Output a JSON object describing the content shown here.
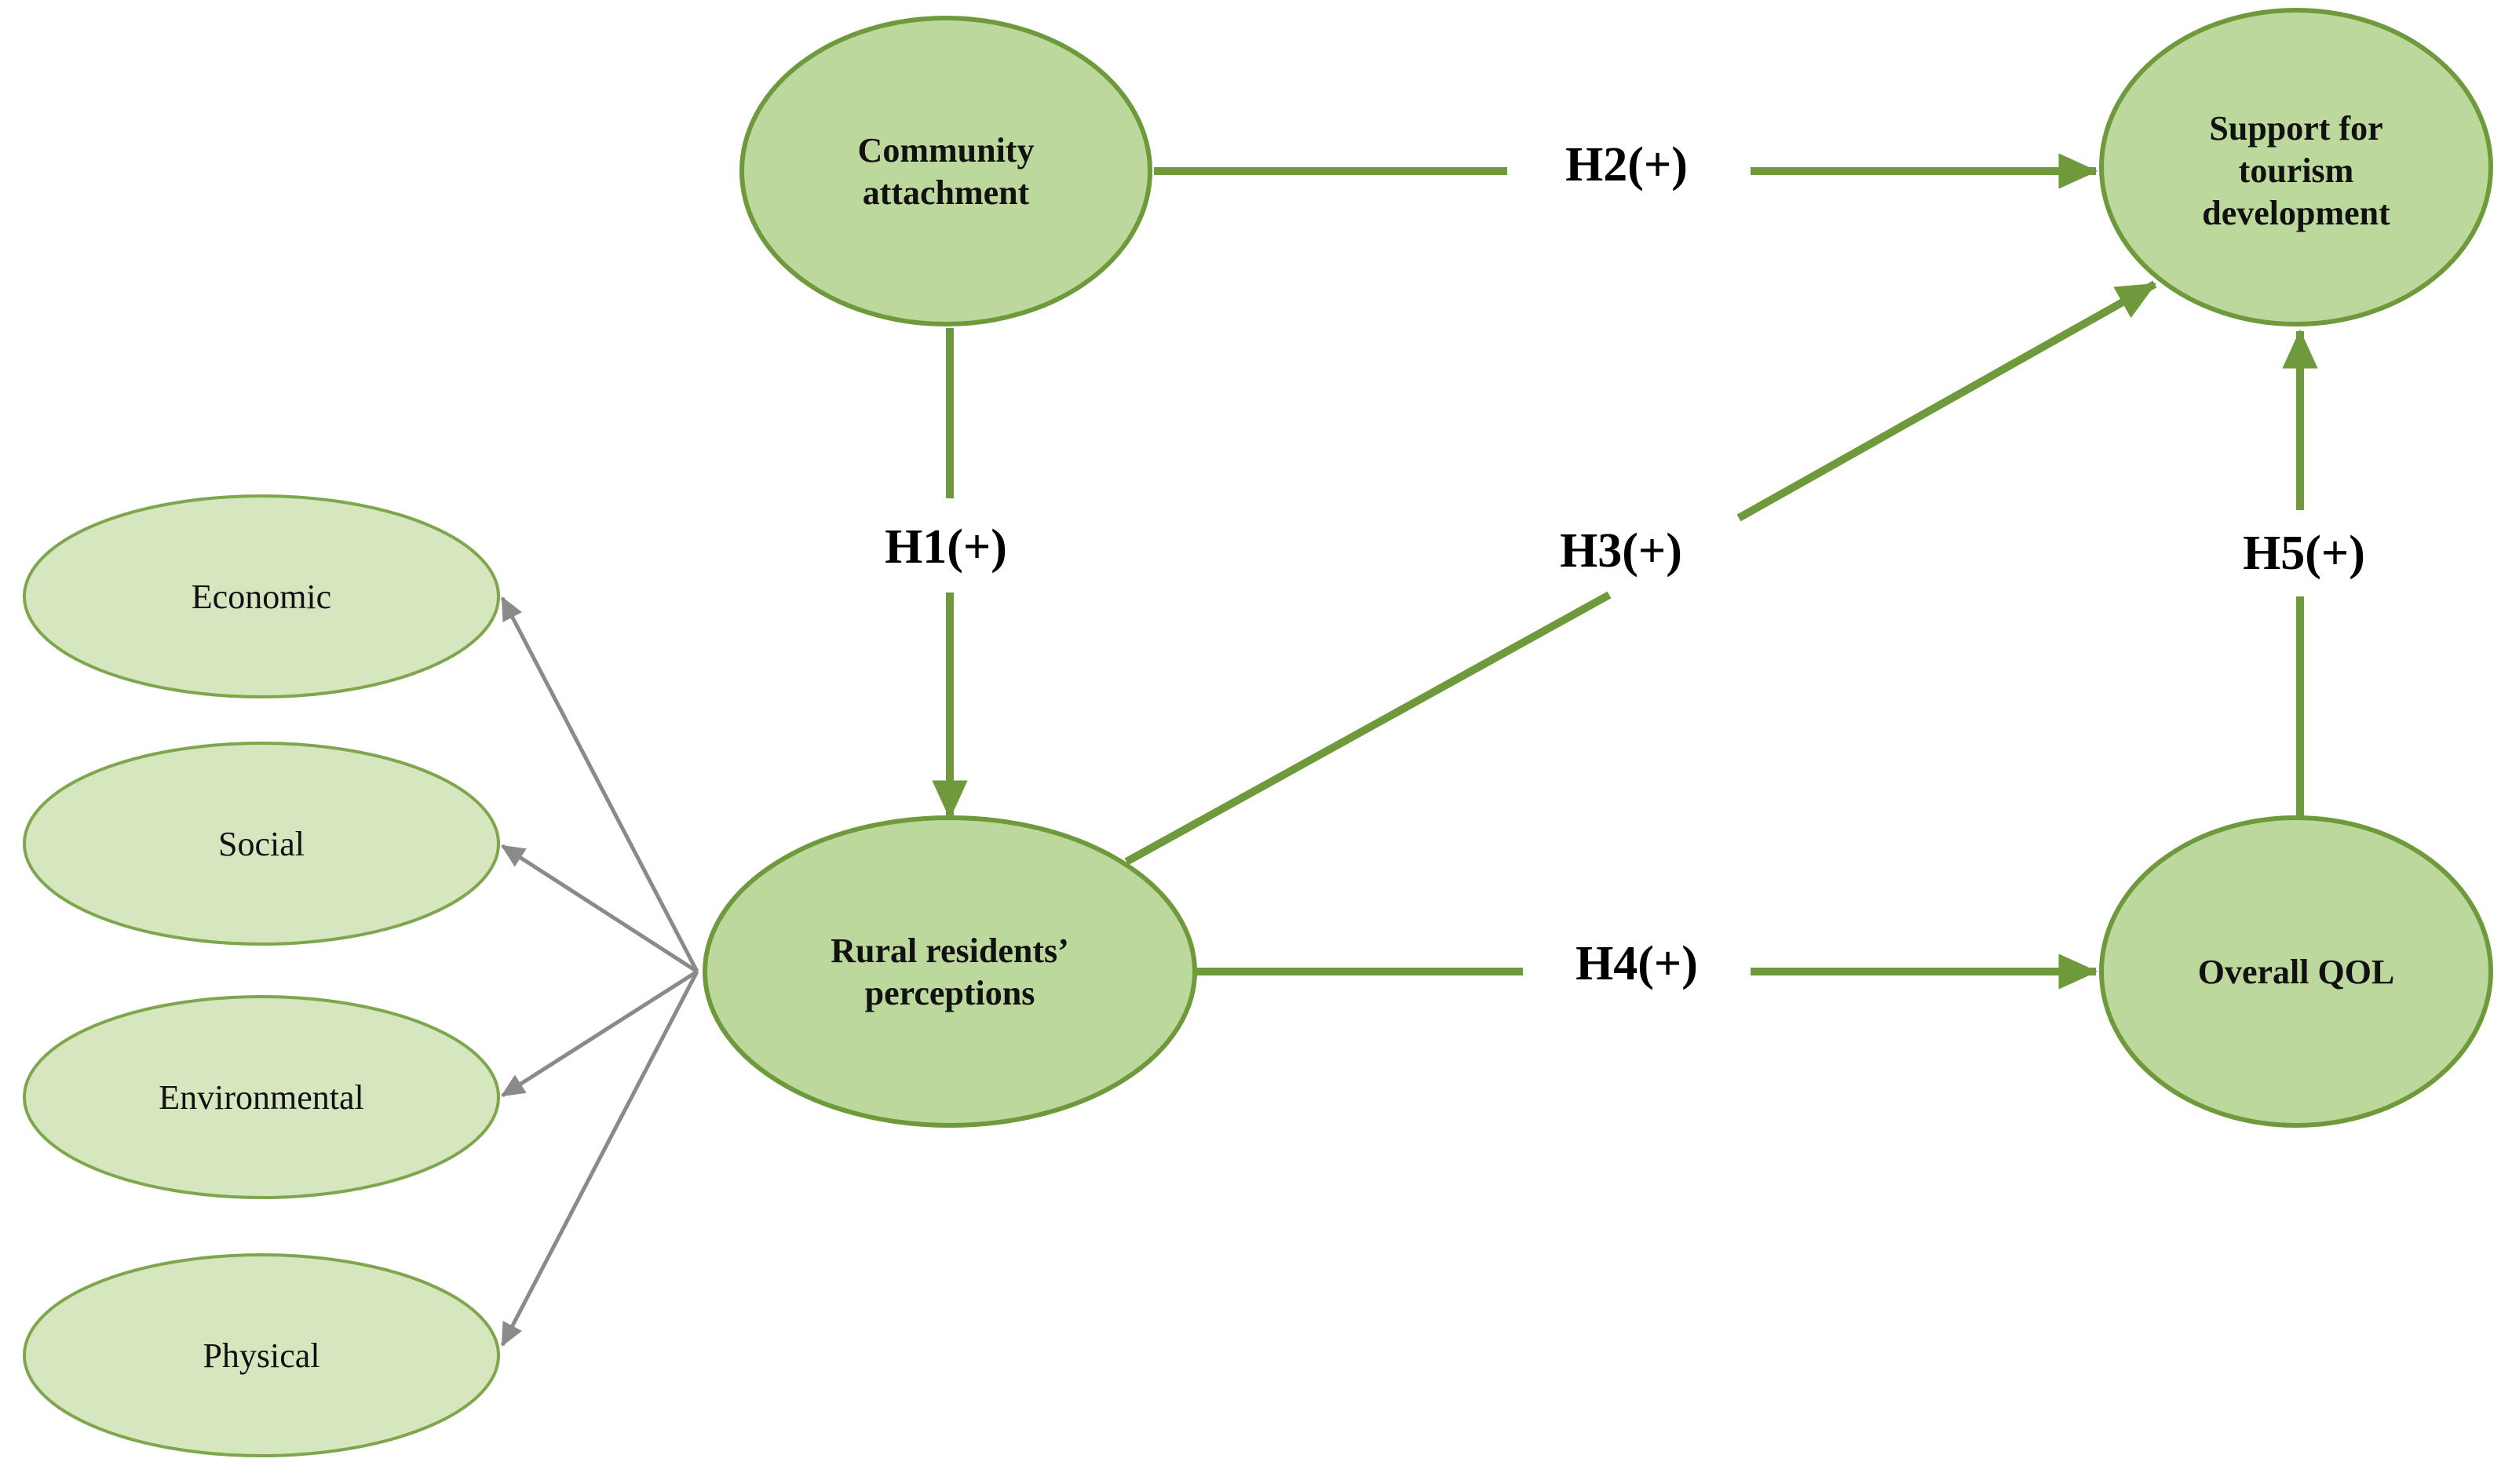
{
  "colors": {
    "main_fill": "#bcd89c",
    "main_stroke": "#6e9a3c",
    "sub_fill": "#d6e7c0",
    "sub_stroke": "#7ea64c",
    "arrow_main": "#6e9a3c",
    "arrow_sub": "#8a8a8a"
  },
  "nodes": {
    "community": [
      "Community",
      "attachment"
    ],
    "support": [
      "Support for",
      "tourism",
      "development"
    ],
    "rural": [
      "Rural residents’",
      "perceptions"
    ],
    "qol": [
      "Overall QOL"
    ],
    "economic": "Economic",
    "social": "Social",
    "environmental": "Environmental",
    "physical": "Physical"
  },
  "hypotheses": {
    "h1": "H1(+)",
    "h2": "H2(+)",
    "h3": "H3(+)",
    "h4": "H4(+)",
    "h5": "H5(+)"
  }
}
